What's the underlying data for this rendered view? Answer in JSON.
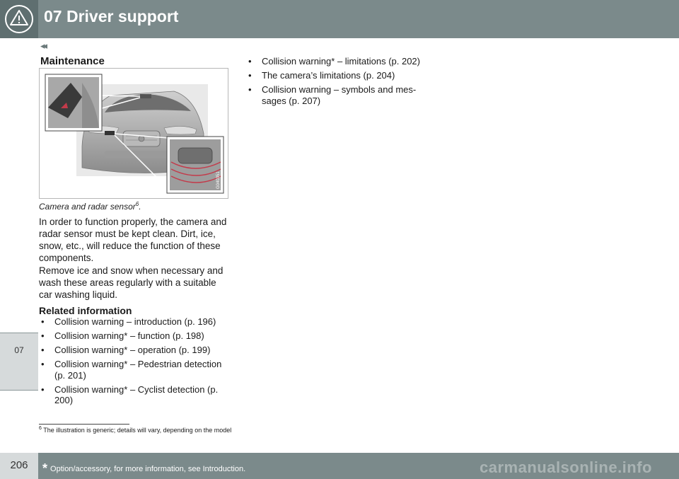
{
  "header": {
    "title": "07 Driver support",
    "icon": "warning-triangle-icon"
  },
  "nav": {
    "back_glyph": "◂◂"
  },
  "sidebar": {
    "chapter": "07"
  },
  "section": {
    "title": "Maintenance"
  },
  "figure": {
    "code": "G040351",
    "icon": "camera-radar-illustration"
  },
  "caption": {
    "text": "Camera and radar sensor",
    "sup": "6",
    "tail": "."
  },
  "paragraphs": [
    "In order to function properly, the camera and radar sensor must be kept clean. Dirt, ice, snow, etc., will reduce the function of these components.",
    "Remove ice and snow when necessary and wash these areas regularly with a suitable car washing liquid."
  ],
  "related": {
    "title": "Related information",
    "bullet": "•",
    "items": [
      "Collision warning – introduction (p. 196)",
      "Collision warning* – function (p. 198)",
      "Collision warning* – operation (p. 199)",
      "Collision warning* – Pedestrian detection (p. 201)",
      "Collision warning* – Cyclist detection (p. 200)"
    ],
    "items_right": [
      "Collision warning* – limitations (p. 202)",
      "The camera’s limitations (p. 204)",
      "Collision warning – symbols and mes- sages (p. 207)"
    ]
  },
  "footnote": {
    "number": "6",
    "text": "The illustration is generic; details will vary, depending on the model"
  },
  "footer": {
    "page": "206",
    "star": "*",
    "note": "Option/accessory, for more information, see Introduction.",
    "watermark": "carmanualsonline.info"
  }
}
